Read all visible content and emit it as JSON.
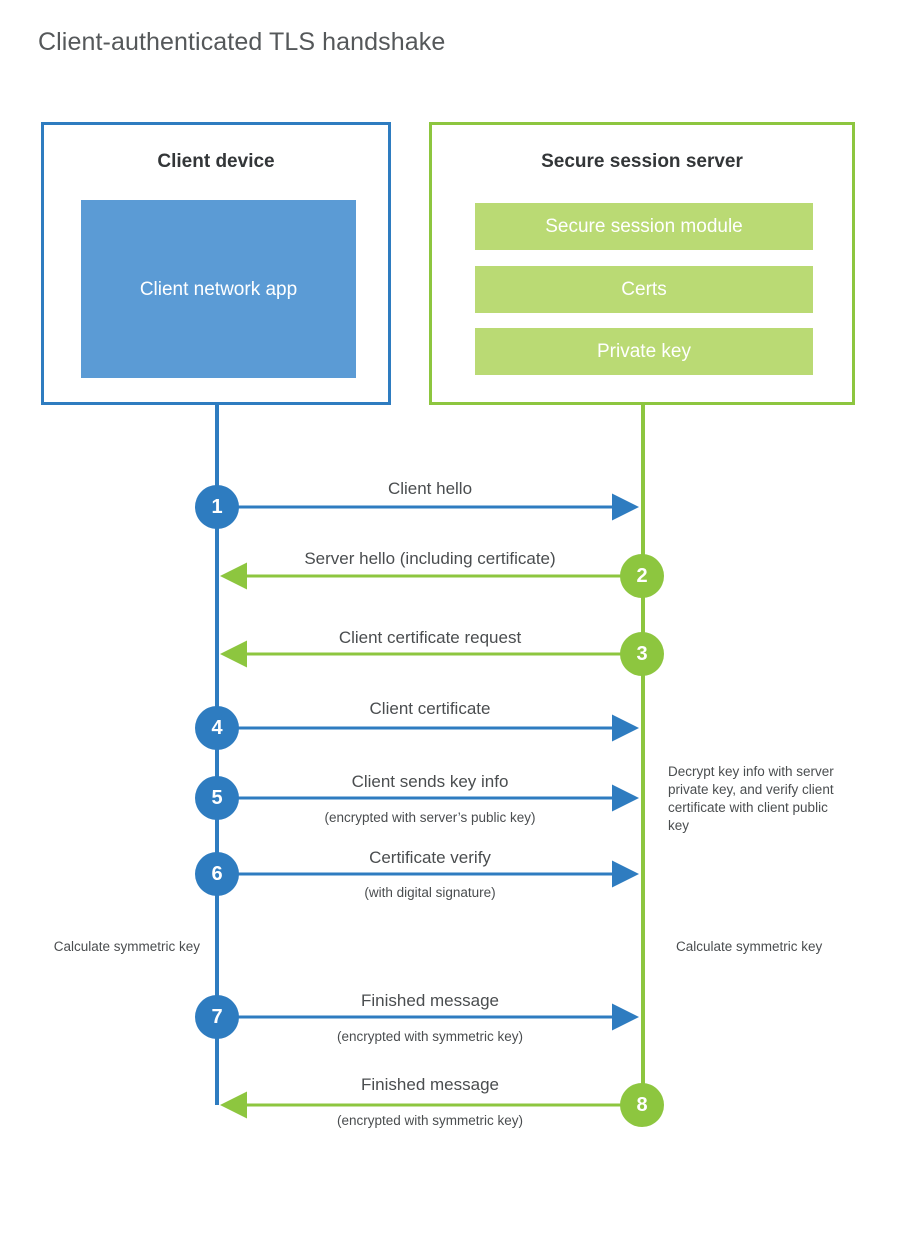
{
  "title": "Client-authenticated TLS handshake",
  "colors": {
    "client_border": "#2e7cc0",
    "client_fill": "#5b9bd5",
    "server_border": "#8dc63f",
    "server_fill": "#bada74",
    "client_accent": "#2e7cc0",
    "server_accent": "#8dc63f",
    "text": "#4a4d4f",
    "title_text": "#55585a"
  },
  "actors": {
    "client": {
      "title": "Client device",
      "component": "Client network app"
    },
    "server": {
      "title": "Secure session server",
      "components": [
        "Secure session module",
        "Certs",
        "Private key"
      ]
    }
  },
  "steps": [
    {
      "number": "1",
      "label": "Client hello",
      "sub": "",
      "direction": "client-to-server",
      "origin": "client"
    },
    {
      "number": "2",
      "label": "Server hello (including certificate)",
      "sub": "",
      "direction": "server-to-client",
      "origin": "server"
    },
    {
      "number": "3",
      "label": "Client certificate request",
      "sub": "",
      "direction": "server-to-client",
      "origin": "server"
    },
    {
      "number": "4",
      "label": "Client certificate",
      "sub": "",
      "direction": "client-to-server",
      "origin": "client"
    },
    {
      "number": "5",
      "label": "Client sends key info",
      "sub": "(encrypted with server’s public key)",
      "direction": "client-to-server",
      "origin": "client"
    },
    {
      "number": "6",
      "label": "Certificate verify",
      "sub": "(with digital signature)",
      "direction": "client-to-server",
      "origin": "client"
    },
    {
      "number": "7",
      "label": "Finished message",
      "sub": "(encrypted with symmetric key)",
      "direction": "client-to-server",
      "origin": "client"
    },
    {
      "number": "8",
      "label": "Finished message",
      "sub": "(encrypted with symmetric key)",
      "direction": "server-to-client",
      "origin": "server"
    }
  ],
  "notes": {
    "server_decrypt": "Decrypt key info with server private key, and verify client certificate with client public key",
    "client_calculate": "Calculate symmetric key",
    "server_calculate": "Calculate symmetric key"
  }
}
